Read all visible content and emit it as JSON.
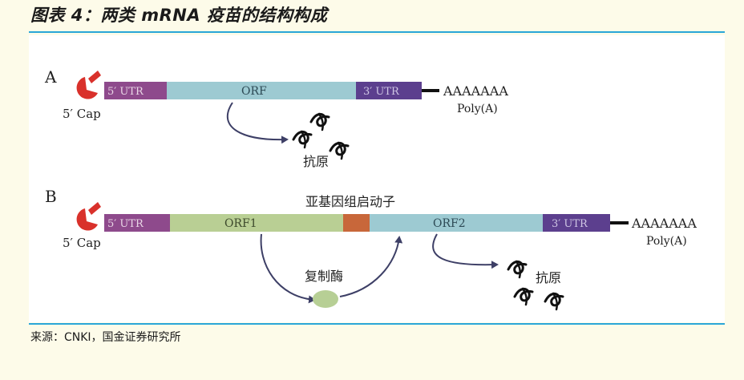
{
  "header": {
    "title": "图表 4：两类 mRNA 疫苗的结构构成"
  },
  "footer": {
    "source": "来源：CNKI，国金证券研究所"
  },
  "diagram": {
    "panel_a": {
      "letter": "A",
      "cap_label": "5′ Cap",
      "utr5": "5′ UTR",
      "orf": "ORF",
      "utr3": "3′ UTR",
      "polya_seq": "AAAAAAA",
      "polya_label": "Poly(A)",
      "antigen": "抗原"
    },
    "panel_b": {
      "letter": "B",
      "cap_label": "5′ Cap",
      "utr5": "5′ UTR",
      "orf1": "ORF1",
      "orf2": "ORF2",
      "utr3": "3′ UTR",
      "polya_seq": "AAAAAAA",
      "polya_label": "Poly(A)",
      "promoter": "亚基因组启动子",
      "replicase": "复制酶",
      "antigen": "抗原"
    }
  },
  "colors": {
    "utr5": "#8e4a8c",
    "orf": "#9dcad2",
    "utr3": "#5c3f8e",
    "orf1": "#b9cf94",
    "promoter_segment": "#c8673a",
    "cap": "#d9312b",
    "replicase": "#b7cf95",
    "arrow": "#3d3f66"
  }
}
